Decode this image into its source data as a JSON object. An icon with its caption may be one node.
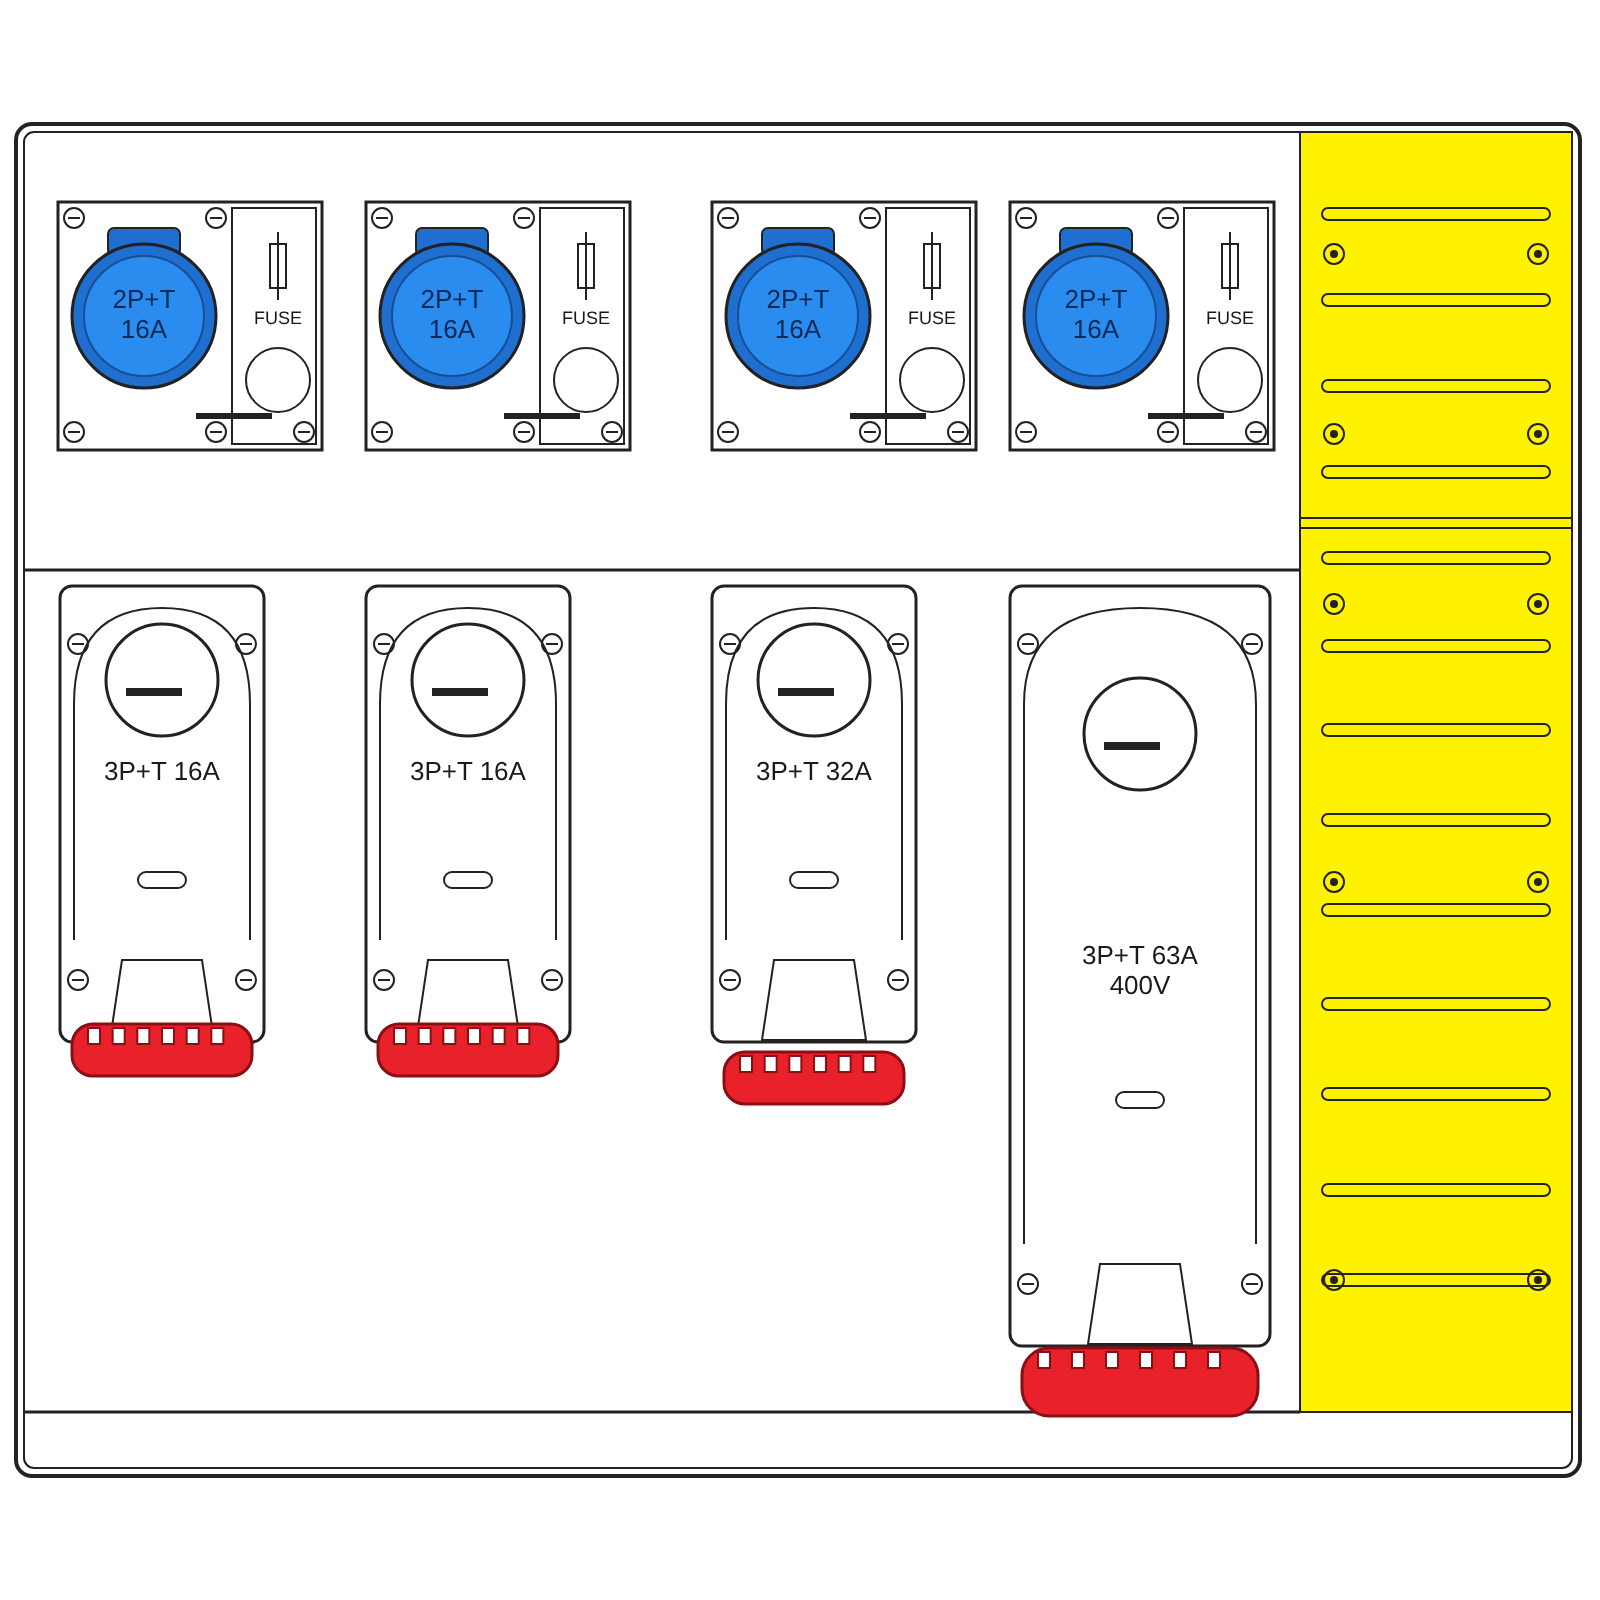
{
  "diagram": {
    "nodes": [
      {
        "text": [
          "2P+T 16A",
          "FUSE"
        ]
      },
      {
        "text": [
          "2P+T 16A",
          "FUSE"
        ]
      },
      {
        "text": [
          "2P+T 16A",
          "FUSE"
        ]
      },
      {
        "text": [
          "2P+T 16A",
          "FUSE"
        ]
      },
      {
        "text": [
          "3P+T 16A"
        ]
      },
      {
        "text": [
          "3P+T 16A"
        ]
      },
      {
        "text": [
          "3P+T 32A"
        ]
      },
      {
        "text": [
          "3P+T 63A 400V"
        ]
      }
    ],
    "edges": []
  }
}
